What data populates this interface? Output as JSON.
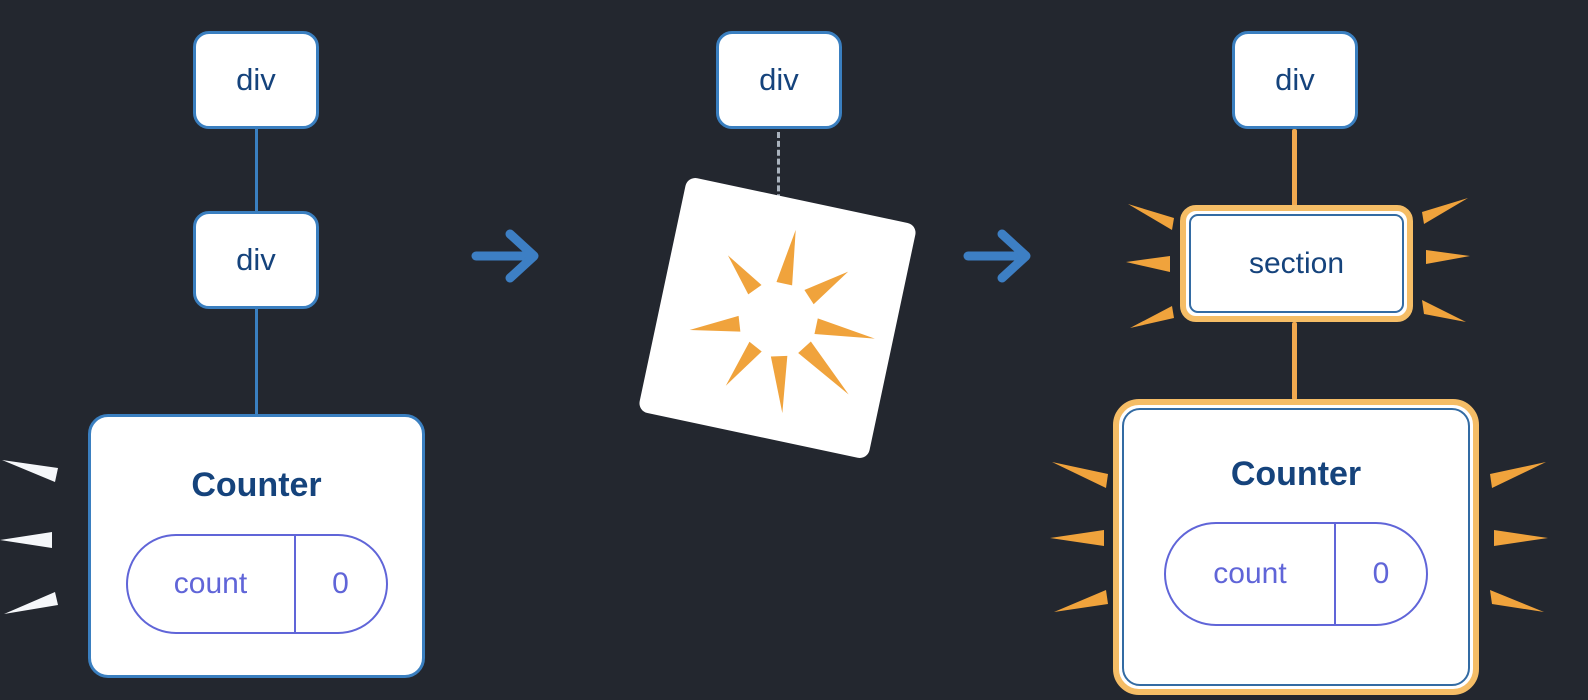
{
  "diagram": {
    "step1": {
      "node_top": "div",
      "node_child": "div",
      "counter": {
        "title": "Counter",
        "state_key": "count",
        "state_value": "0"
      }
    },
    "step2": {
      "node_top": "div"
    },
    "step3": {
      "node_top": "div",
      "section": "section",
      "counter": {
        "title": "Counter",
        "state_key": "count",
        "state_value": "0"
      }
    }
  },
  "icons": {
    "arrow": "arrow-right-icon",
    "explosion": "explosion-burst-icon",
    "spark_white": "white-spark-burst-icon",
    "spark_orange": "orange-spark-burst-icon"
  },
  "colors": {
    "background": "#23272f",
    "node_border_blue": "#3a7fc0",
    "node_text_navy": "#15437c",
    "state_purple": "#6065d8",
    "highlight_orange": "#f5bd66",
    "burst_orange": "#f0a33c",
    "arrow_blue": "#3d7fc4",
    "dashed_gray": "#a9b2bd",
    "box_fill": "#ffffff"
  }
}
